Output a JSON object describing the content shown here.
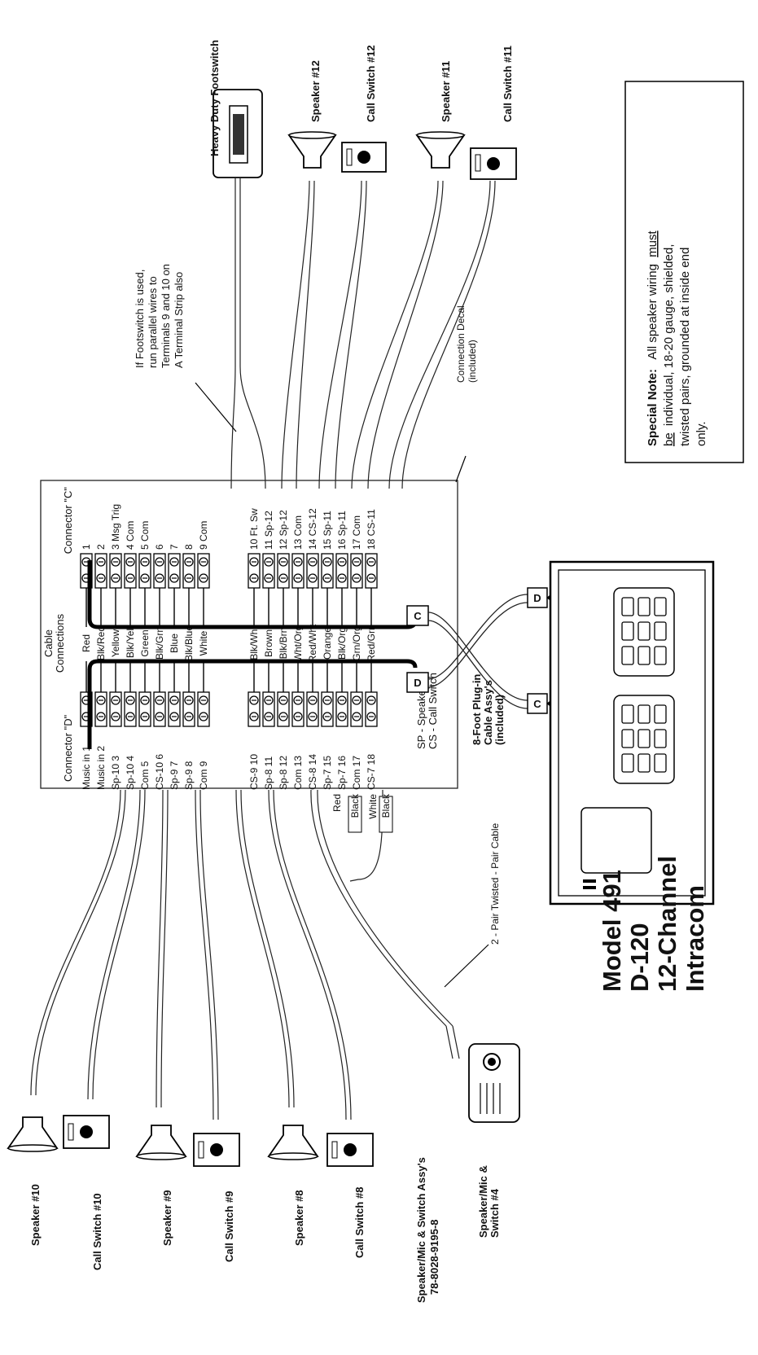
{
  "title": {
    "model": "Model  491",
    "d120": "D-120",
    "channel": "12-Channel",
    "intracom": "Intracom"
  },
  "note": {
    "label": "Special Note:",
    "text_1": "All speaker wiring",
    "must": "must",
    "be": "be",
    "text_2": "individual, 18-20 gauge, shielded,",
    "text_3": "twisted pairs, grounded at inside end",
    "text_4": "only."
  },
  "devices_top": {
    "heavy_duty_footswitch": "Heavy Duty Footswitch",
    "speaker_12": "Speaker #12",
    "call_switch_12": "Call Switch #12",
    "speaker_11": "Speaker #11",
    "call_switch_11": "Call Switch #11"
  },
  "devices_bottom": {
    "speaker_10": "Speaker #10",
    "call_switch_10": "Call Switch #10",
    "speaker_9": "Speaker #9",
    "call_switch_9": "Call Switch #9",
    "speaker_8": "Speaker #8",
    "call_switch_8": "Call Switch #8",
    "mic_assy_1": "Speaker/Mic & Switch Assy's",
    "mic_assy_2": "78-8028-9195-8",
    "mic_4_1": "Speaker/Mic &",
    "mic_4_2": "Switch #4"
  },
  "annotations": {
    "footswitch_1": "If Footswitch is used,",
    "footswitch_2": "run parallel wires to",
    "footswitch_3": "Terminals 9 and 10 on",
    "footswitch_4": "A Terminal Strip also",
    "decal_1": "Connection Decal",
    "decal_2": "(included)",
    "twisted_pair": "2 - Pair Twisted - Pair Cable",
    "plug_1": "8-Foot Plug-in",
    "plug_2": "Cable Assy's",
    "plug_3": "(included)"
  },
  "panel": {
    "connector_c": "Connector \"C\"",
    "connector_d": "Connector \"D\"",
    "cable_1": "Cable",
    "cable_2": "Connections",
    "legend_sp": "SP - Speaker",
    "legend_cs": "CS - Call Switch",
    "plug_c": "C",
    "plug_d": "D"
  },
  "connector_d_terms": [
    "Music in  1",
    "Music in  2",
    "Sp-10  3",
    "Sp-10  4",
    "Com  5",
    "CS-10  6",
    "Sp-9  7",
    "Sp-9  8",
    "Com  9",
    "CS-9  10",
    "Sp-8  11",
    "Sp-8  12",
    "Com  13",
    "CS-8  14",
    "Sp-7  15",
    "Sp-7  16",
    "Com  17",
    "CS-7  18"
  ],
  "connector_c_terms": [
    "1",
    "2",
    "3  Msg Trig",
    "4  Com",
    "5  Com",
    "6",
    "7",
    "8",
    "9  Com",
    "10  Ft. Sw",
    "11  Sp-12",
    "12  Sp-12",
    "13  Com",
    "14  CS-12",
    "15  Sp-11",
    "16  Sp-11",
    "17  Com",
    "18  CS-11"
  ],
  "cable_colors_c": [
    "Red",
    "Blk/Red",
    "Yellow",
    "Blk/Yel",
    "Green",
    "Blk/Grn",
    "Blue",
    "Blk/Blue",
    "White"
  ],
  "cable_colors_d": [
    "Blk/Wht",
    "Brown",
    "Blk/Brn",
    "Wht/Org",
    "Red/Wht",
    "Orange",
    "Blk/Org",
    "Grn/Org",
    "Red/Grn"
  ],
  "mic_wires": [
    "Red",
    "Black",
    "White",
    "Black"
  ]
}
